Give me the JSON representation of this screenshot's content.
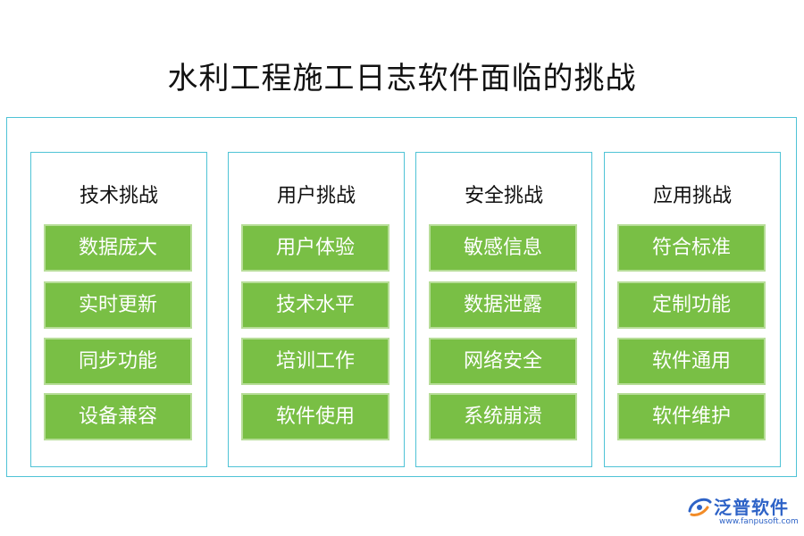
{
  "title": "水利工程施工日志软件面临的挑战",
  "columns": [
    {
      "title": "技术挑战",
      "items": [
        "数据庞大",
        "实时更新",
        "同步功能",
        "设备兼容"
      ]
    },
    {
      "title": "用户挑战",
      "items": [
        "用户体验",
        "技术水平",
        "培训工作",
        "软件使用"
      ]
    },
    {
      "title": "安全挑战",
      "items": [
        "敏感信息",
        "数据泄露",
        "网络安全",
        "系统崩溃"
      ]
    },
    {
      "title": "应用挑战",
      "items": [
        "符合标准",
        "定制功能",
        "软件通用",
        "软件维护"
      ]
    }
  ],
  "logo": {
    "name": "泛普软件",
    "url": "www.fanpusoft.com"
  },
  "colors": {
    "border": "#4fc3d6",
    "item_fill": "#79bf45",
    "item_border": "#b7dd98",
    "logo": "#2e63c7",
    "logo_accent": "#f28c28"
  }
}
